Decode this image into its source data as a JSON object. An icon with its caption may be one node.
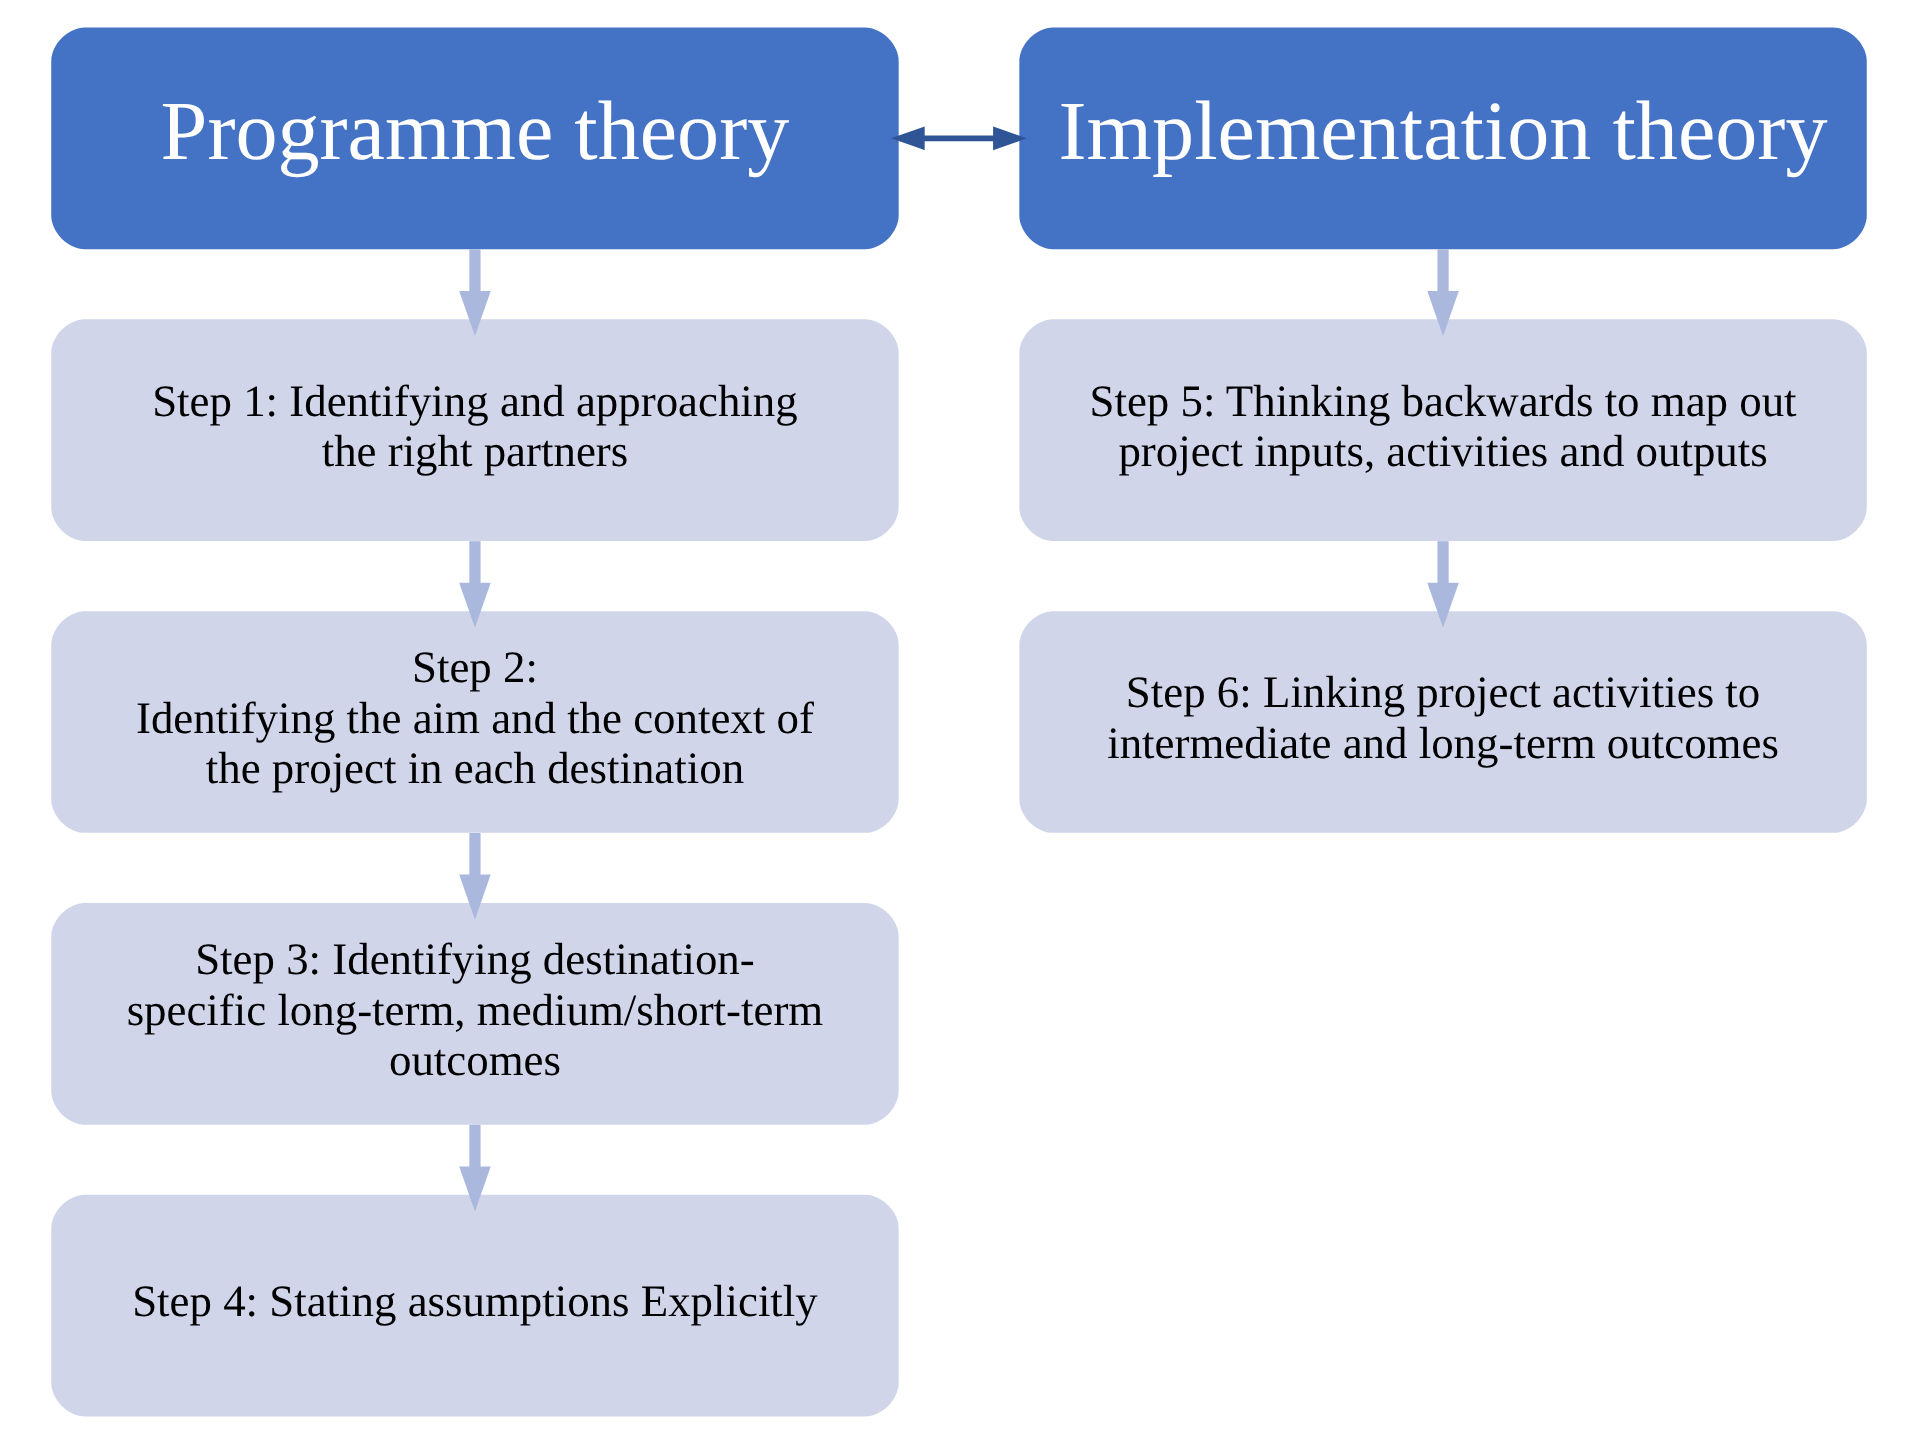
{
  "diagram": {
    "nodes": [
      {
        "text": [
          "Programme theory"
        ]
      },
      {
        "text": [
          "Implementation theory"
        ]
      },
      {
        "text": [
          "Step 1: Identifying and approaching the right partners"
        ]
      },
      {
        "text": [
          "Step 2:",
          "Identifying the aim and the context of the project in each destination"
        ]
      },
      {
        "text": [
          "Step 3: Identifying destination-specific long-term, medium/short-term outcomes"
        ]
      },
      {
        "text": [
          "Step 4: Stating assumptions Explicitly"
        ]
      },
      {
        "text": [
          "Step 5: Thinking backwards to map out project inputs, activities and outputs"
        ]
      },
      {
        "text": [
          "Step 6: Linking project activities to intermediate and long-term outcomes"
        ]
      }
    ],
    "edges": [
      {
        "from": 0,
        "to": 1,
        "arrow": "both",
        "color": "#2f5597"
      },
      {
        "from": 0,
        "to": 2,
        "arrow": "to"
      },
      {
        "from": 2,
        "to": 3,
        "arrow": "to"
      },
      {
        "from": 3,
        "to": 4,
        "arrow": "to"
      },
      {
        "from": 4,
        "to": 5,
        "arrow": "to"
      },
      {
        "from": 1,
        "to": 6,
        "arrow": "to"
      },
      {
        "from": 6,
        "to": 7,
        "arrow": "to"
      }
    ]
  }
}
